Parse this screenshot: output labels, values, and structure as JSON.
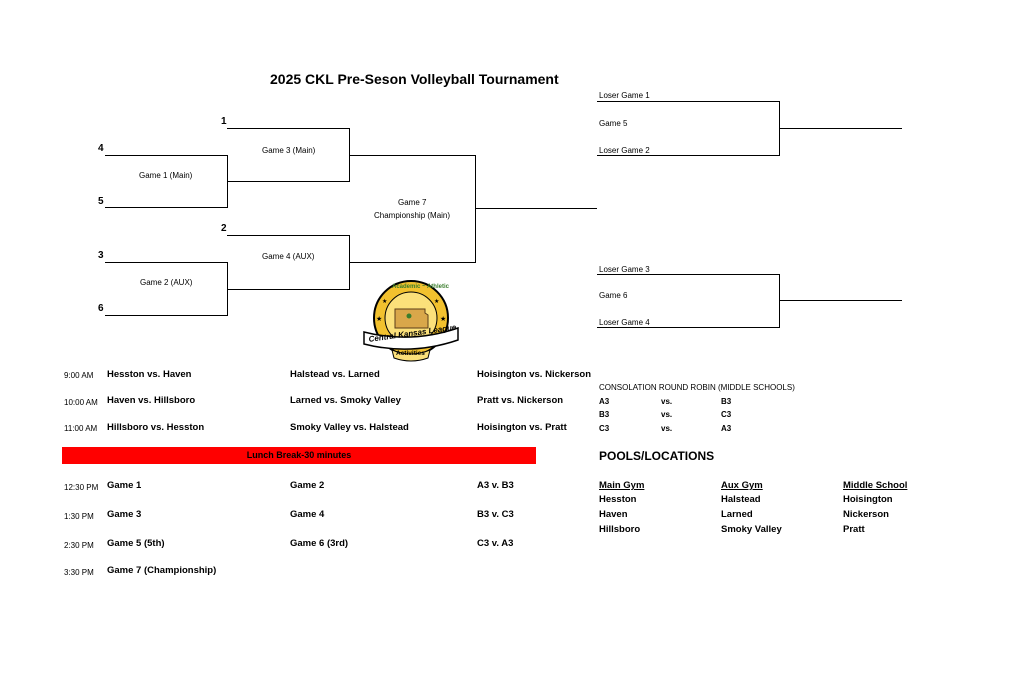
{
  "title": "2025 CKL Pre-Seson Volleyball Tournament",
  "bracket": {
    "seeds": {
      "s1": "1",
      "s4": "4",
      "s5": "5",
      "s2": "2",
      "s3": "3",
      "s6": "6"
    },
    "games": {
      "g1": "Game 1 (Main)",
      "g2": "Game 2 (AUX)",
      "g3": "Game 3 (Main)",
      "g4": "Game 4 (AUX)",
      "g7a": "Game 7",
      "g7b": "Championship (Main)"
    },
    "consolation": {
      "loser1": "Loser Game 1",
      "game5": "Game 5",
      "loser2": "Loser Game 2",
      "loser3": "Loser Game 3",
      "game6": "Game 6",
      "loser4": "Loser Game 4"
    }
  },
  "logo": {
    "top_text": "Academic ~ Athletic",
    "band_text": "Central Kansas League",
    "bottom_text": "Activities"
  },
  "schedule_morning": [
    {
      "time": "9:00 AM",
      "c1": "Hesston vs. Haven",
      "c2": "Halstead vs. Larned",
      "c3": "Hoisington vs. Nickerson"
    },
    {
      "time": "10:00 AM",
      "c1": "Haven vs. Hillsboro",
      "c2": "Larned vs. Smoky Valley",
      "c3": "Pratt vs. Nickerson"
    },
    {
      "time": "11:00 AM",
      "c1": "Hillsboro vs. Hesston",
      "c2": "Smoky Valley vs. Halstead",
      "c3": "Hoisington vs. Pratt"
    }
  ],
  "lunch": "Lunch Break-30 minutes",
  "schedule_afternoon": [
    {
      "time": "12:30 PM",
      "c1": "Game 1",
      "c2": "Game 2",
      "c3": "A3 v. B3"
    },
    {
      "time": "1:30 PM",
      "c1": "Game 3",
      "c2": "Game 4",
      "c3": "B3 v. C3"
    },
    {
      "time": "2:30 PM",
      "c1": "Game 5 (5th)",
      "c2": "Game 6 (3rd)",
      "c3": "C3 v. A3"
    },
    {
      "time": "3:30 PM",
      "c1": "Game 7 (Championship)",
      "c2": "",
      "c3": ""
    }
  ],
  "round_robin": {
    "heading": "CONSOLATION ROUND ROBIN (MIDDLE SCHOOLS)",
    "rows": [
      {
        "a": "A3",
        "vs": "vs.",
        "b": "B3"
      },
      {
        "a": "B3",
        "vs": "vs.",
        "b": "C3"
      },
      {
        "a": "C3",
        "vs": "vs.",
        "b": "A3"
      }
    ]
  },
  "pools": {
    "heading": "POOLS/LOCATIONS",
    "columns": [
      {
        "header": "Main Gym",
        "teams": [
          "Hesston",
          "Haven",
          "Hillsboro"
        ]
      },
      {
        "header": "Aux Gym",
        "teams": [
          "Halstead",
          "Larned",
          "Smoky Valley"
        ]
      },
      {
        "header": "Middle School",
        "teams": [
          "Hoisington",
          "Nickerson",
          "Pratt"
        ]
      }
    ]
  },
  "colors": {
    "lunch_bar": "#ff0000",
    "logo_gold": "#f2c12e",
    "logo_green": "#3a7d2c"
  }
}
